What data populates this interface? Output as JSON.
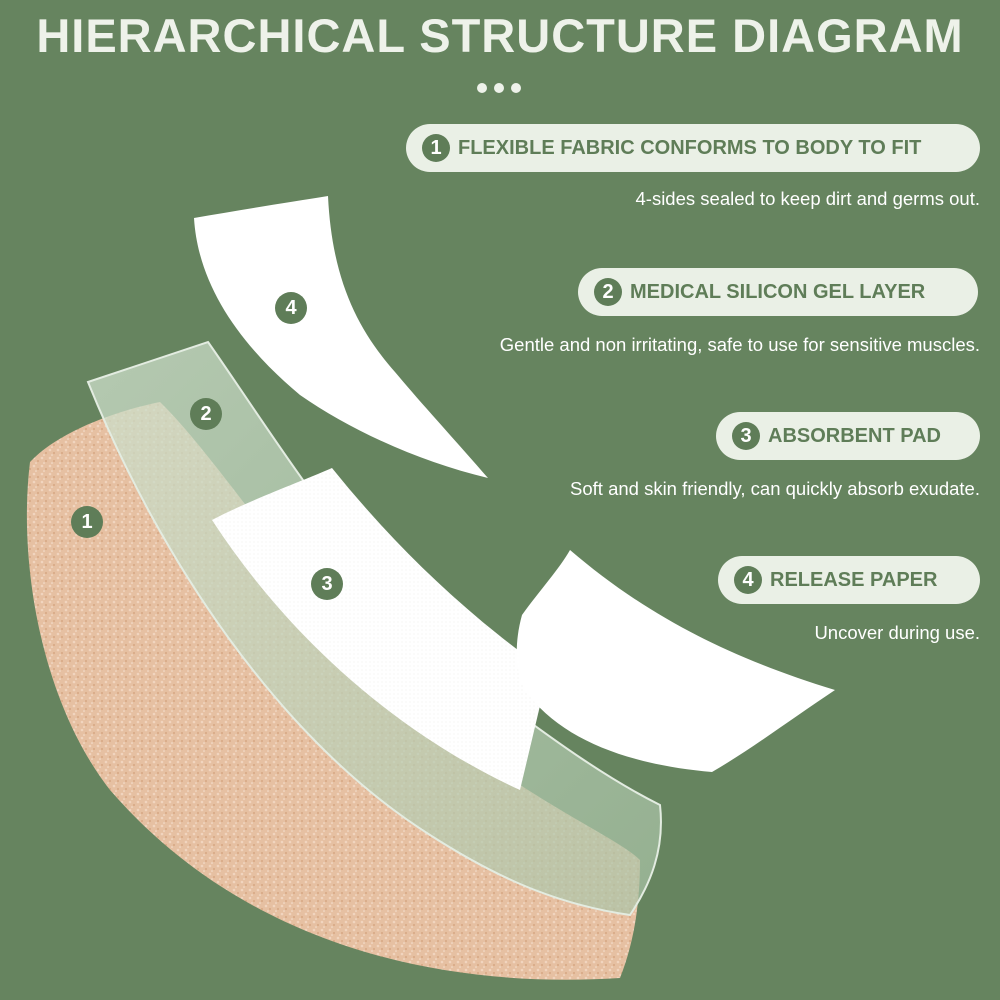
{
  "title": "HIERARCHICAL STRUCTURE DIAGRAM",
  "colors": {
    "background": "#66845f",
    "accent": "#5f7d58",
    "pill": "#eaf0e6",
    "fabric": "#e8c3a6",
    "gel": "#b9d0b6",
    "pad": "#ffffff"
  },
  "layers": [
    {
      "number": "1",
      "heading": "FLEXIBLE FABRIC CONFORMS TO BODY TO FIT",
      "description": "4-sides sealed to keep dirt and germs out."
    },
    {
      "number": "2",
      "heading": "MEDICAL SILICON GEL LAYER",
      "description": "Gentle and non irritating, safe to use for sensitive muscles."
    },
    {
      "number": "3",
      "heading": "ABSORBENT PAD",
      "description": "Soft and skin friendly, can quickly absorb exudate."
    },
    {
      "number": "4",
      "heading": "RELEASE PAPER",
      "description": "Uncover during use."
    }
  ],
  "markers": [
    "1",
    "2",
    "3",
    "4"
  ]
}
